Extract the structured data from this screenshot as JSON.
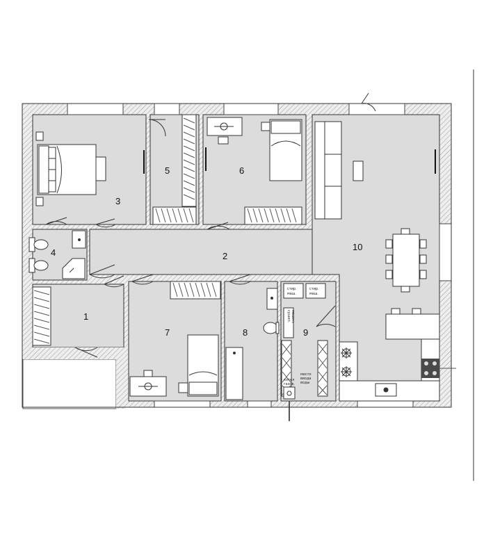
{
  "floor_plan": {
    "rooms": [
      {
        "number": "1"
      },
      {
        "number": "2"
      },
      {
        "number": "3"
      },
      {
        "number": "4"
      },
      {
        "number": "5"
      },
      {
        "number": "6"
      },
      {
        "number": "7"
      },
      {
        "number": "8"
      },
      {
        "number": "9"
      },
      {
        "number": "10"
      }
    ],
    "labels": {
      "washer_1": [
        "стир.",
        "маш."
      ],
      "washer_2": [
        "стир.",
        "маш."
      ],
      "dryer": [
        "сушил.",
        "машин."
      ],
      "boiler": [
        "котел",
        "газов."
      ],
      "water_input": [
        "место",
        "ввода",
        "воды"
      ]
    },
    "colors": {
      "floor": "#dcdcdc",
      "wall": "#eeeeee",
      "wall_hatch": "#9a9a9a",
      "line": "#333333",
      "cooktop": "#4a4a4a"
    }
  }
}
